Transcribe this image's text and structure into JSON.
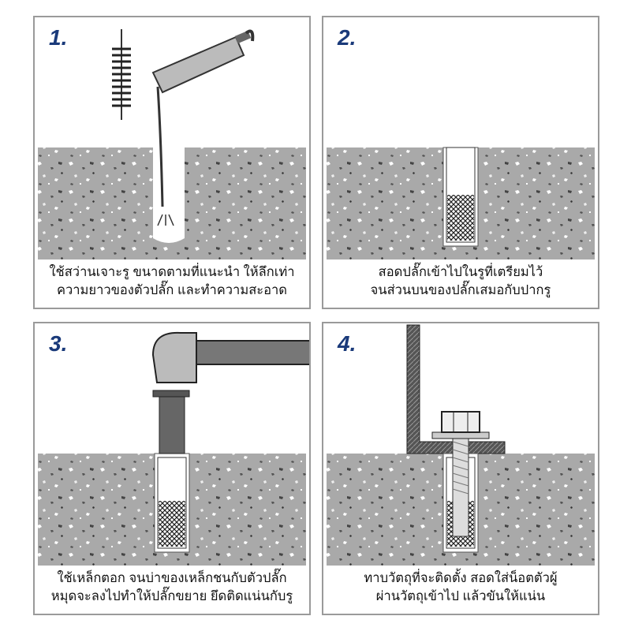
{
  "colors": {
    "step_number": "#1a3a7a",
    "concrete": "#a9a9a9",
    "border": "#9a9a9a"
  },
  "steps": [
    {
      "number": "1.",
      "line1": "ใช้สว่านเจาะรู ขนาดตามที่แนะนำ ให้ลึกเท่า",
      "line2": "ความยาวของตัวปลั๊ก และทำความสะอาด"
    },
    {
      "number": "2.",
      "line1": "สอดปลั๊กเข้าไปในรูที่เตรียมไว้",
      "line2": "จนส่วนบนของปลั๊กเสมอกับปากรู"
    },
    {
      "number": "3.",
      "line1": "ใช้เหล็กตอก จนบ่าของเหล็กชนกับตัวปลั๊ก",
      "line2": "หมุดจะลงไปทำให้ปลั๊กขยาย ยึดติดแน่นกับรู"
    },
    {
      "number": "4.",
      "line1": "ทาบวัตถุที่จะติดตั้ง สอดใส่น็อตตัวผู้",
      "line2": "ผ่านวัตถุเข้าไป แล้วขันให้แน่น"
    }
  ]
}
